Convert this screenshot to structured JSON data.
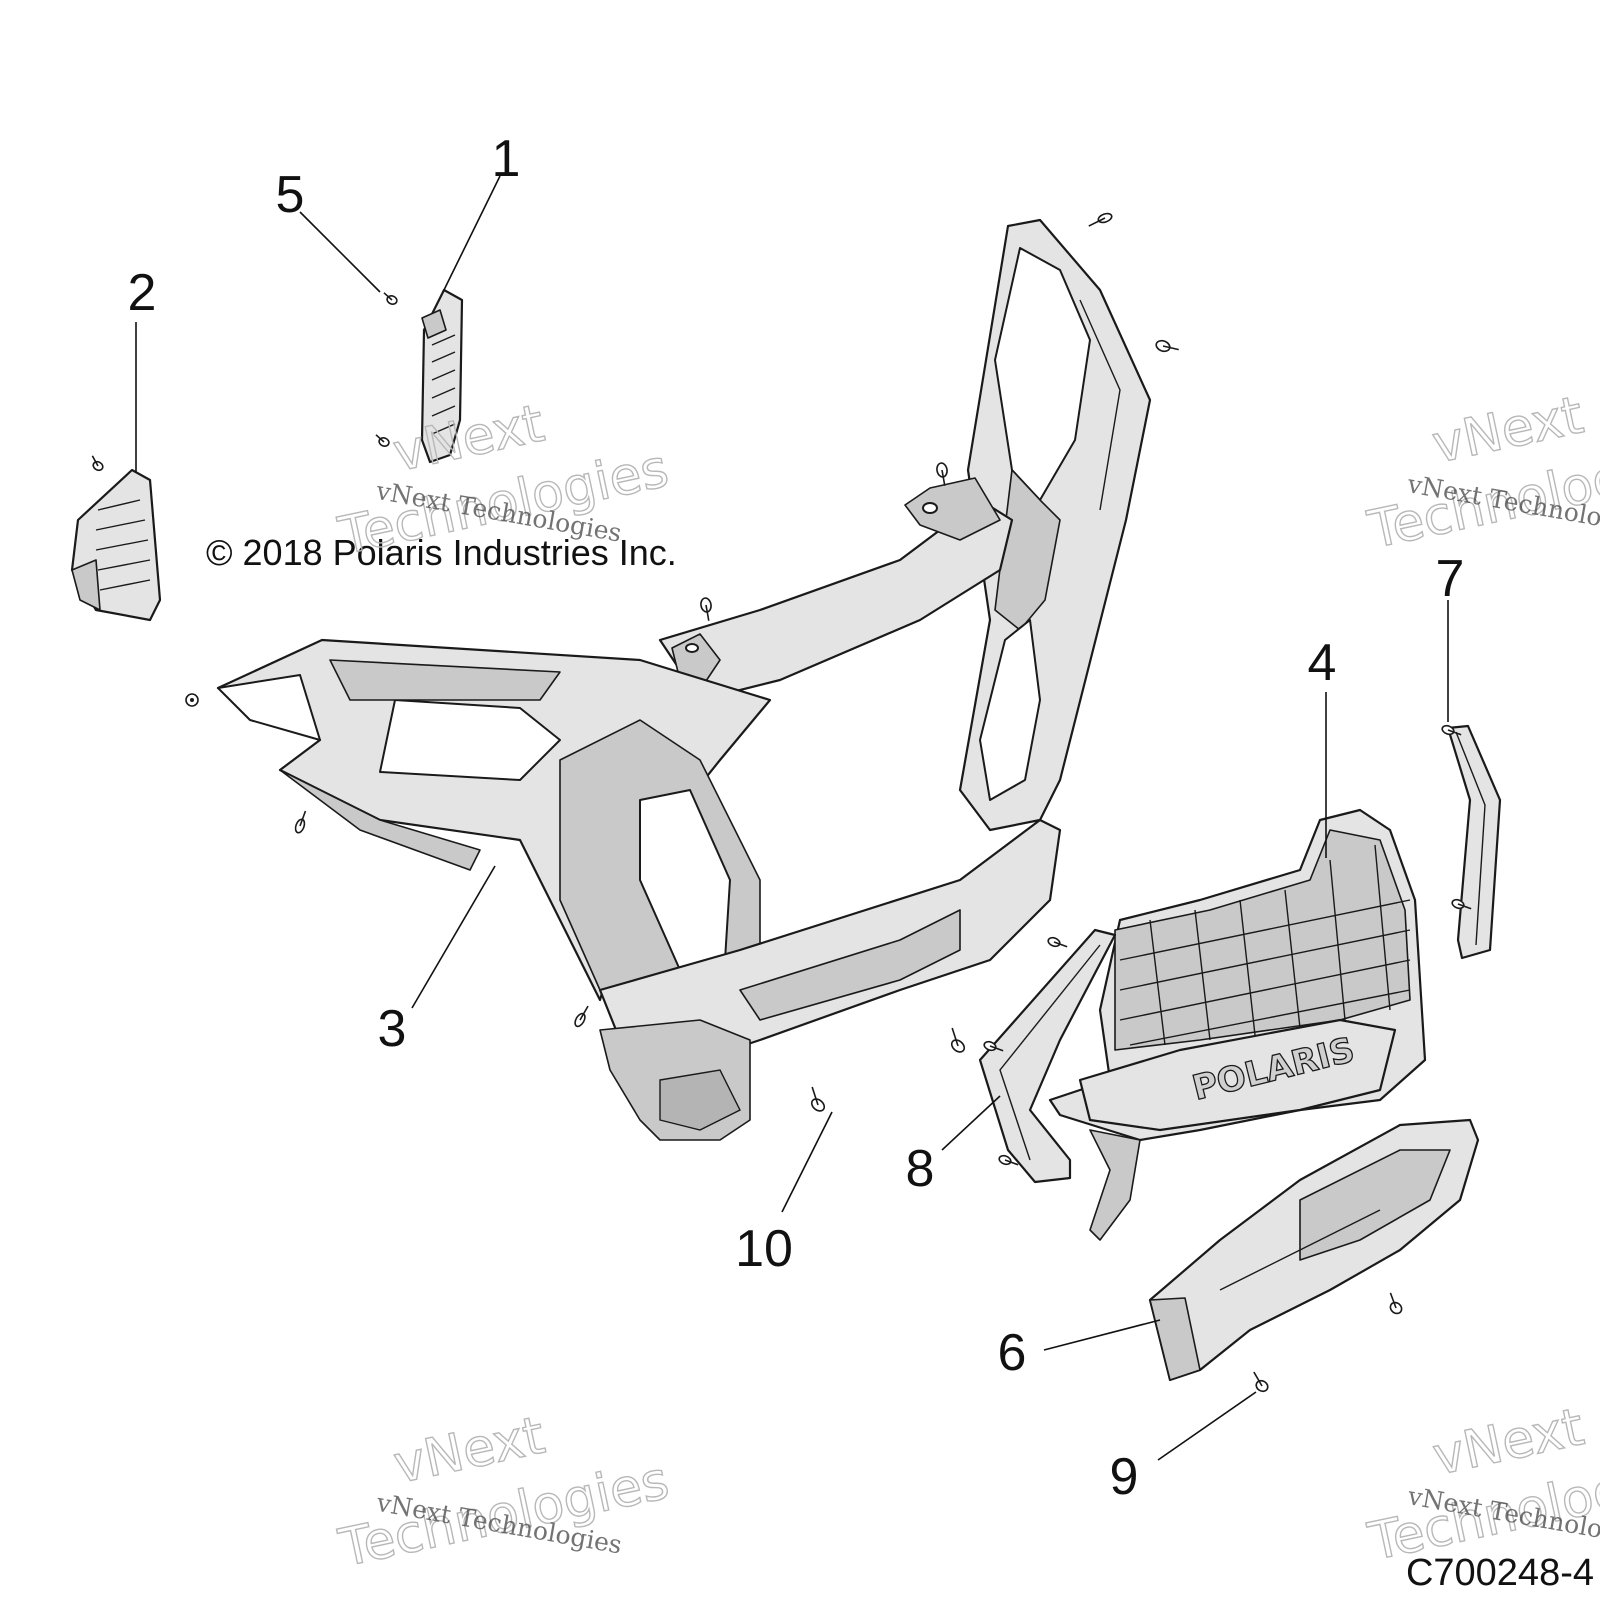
{
  "copyright": "© 2018 Polaris Industries Inc.",
  "figure_id": "C700248-4",
  "grille_logo": "POLARIS",
  "watermarks": [
    {
      "line1": "vNext Technologies",
      "line2": "vNext",
      "line3": "Technologies"
    },
    {
      "line1": "vNext Technologies",
      "line2": "vNext",
      "line3": "Technologies"
    },
    {
      "line1": "vNext Technologies",
      "line2": "vNext",
      "line3": "Technologies"
    },
    {
      "line1": "vNext Technologies",
      "line2": "vNext",
      "line3": "Technologies"
    }
  ],
  "callouts": [
    {
      "number": "1"
    },
    {
      "number": "2"
    },
    {
      "number": "3"
    },
    {
      "number": "4"
    },
    {
      "number": "5"
    },
    {
      "number": "6"
    },
    {
      "number": "7"
    },
    {
      "number": "8"
    },
    {
      "number": "9"
    },
    {
      "number": "10"
    }
  ]
}
